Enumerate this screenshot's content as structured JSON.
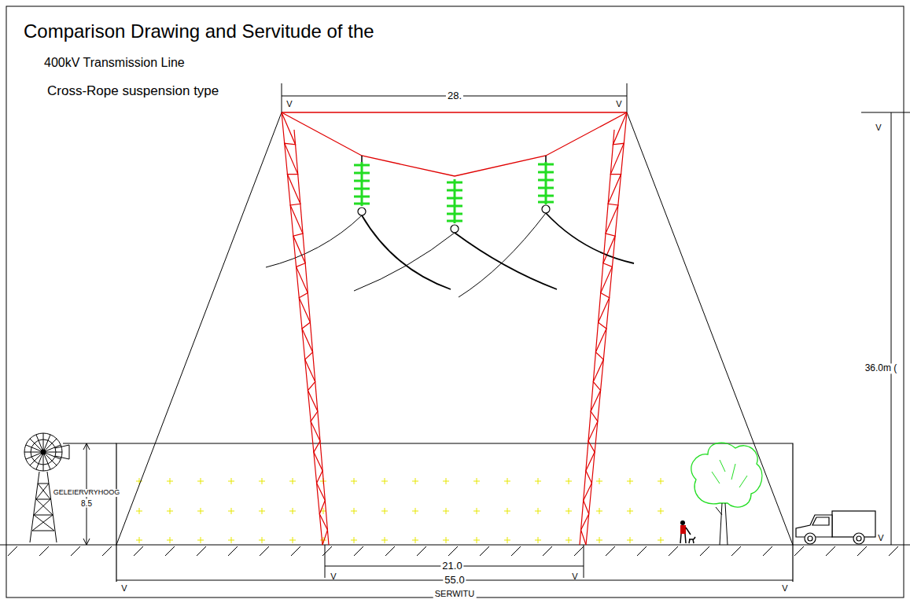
{
  "diagram": {
    "title": "Comparison Drawing and Servitude of the",
    "labels": [
      "400kV Transmission Line",
      "Cross-Rope suspension type",
      "28.",
      "V",
      "V",
      "V",
      "GELEIERVRYHOOG",
      "8.5",
      "36.0m (",
      "V",
      "21.0",
      "V",
      "V",
      "55.0",
      "V",
      "V",
      "SERWITU"
    ]
  }
}
